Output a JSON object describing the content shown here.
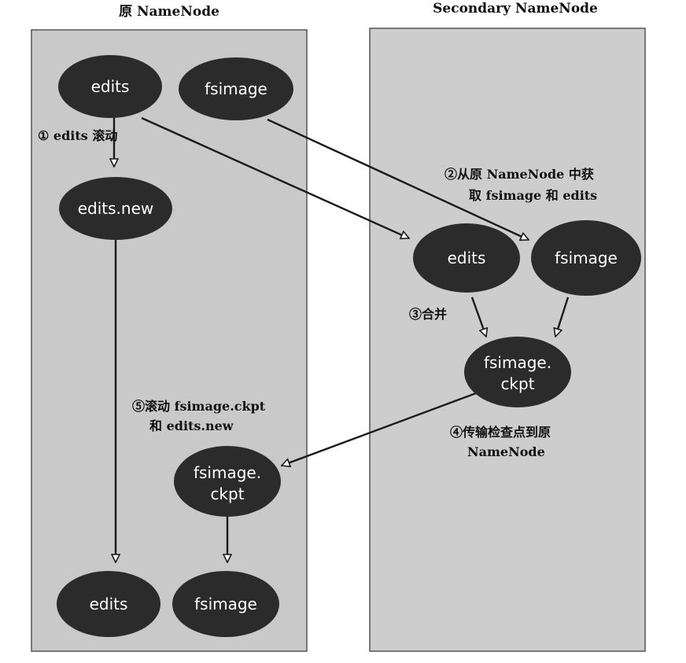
{
  "columns": {
    "left_title": "原 NameNode",
    "right_title": "Secondary NameNode"
  },
  "nodes": {
    "left_edits": "edits",
    "left_fsimage": "fsimage",
    "left_edits_new": "edits.new",
    "right_edits": "edits",
    "right_fsimage": "fsimage",
    "right_ckpt_line1": "fsimage.",
    "right_ckpt_line2": "ckpt",
    "left_ckpt_line1": "fsimage.",
    "left_ckpt_line2": "ckpt",
    "bottom_edits": "edits",
    "bottom_fsimage": "fsimage"
  },
  "steps": {
    "step1": "① edits 滚动",
    "step2_line1": "②从原 NameNode 中获",
    "step2_line2": "取 fsimage 和 edits",
    "step3": "③合并",
    "step4_line1": "④传输检查点到原",
    "step4_line2": "NameNode",
    "step5_line1": "⑤滚动 fsimage.ckpt",
    "step5_line2": "和 edits.new"
  },
  "colors": {
    "panel": "#c9c9c9",
    "node_fill": "#2b2b2b",
    "node_text": "#ffffff",
    "edge": "#1a1a1a"
  }
}
